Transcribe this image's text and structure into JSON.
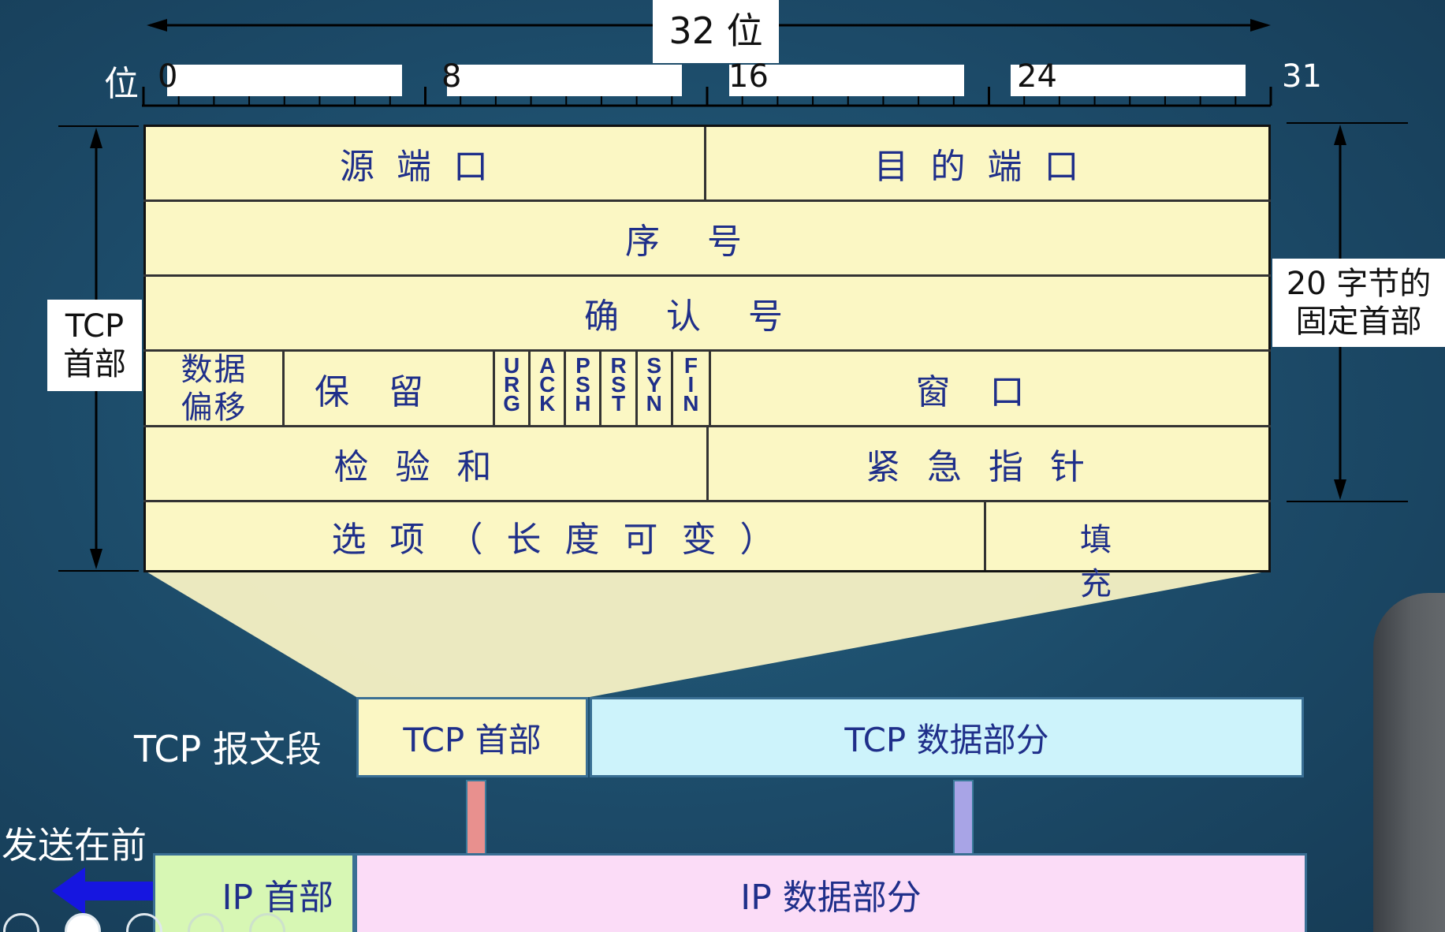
{
  "ruler": {
    "title": "32 位",
    "bit_label": "位",
    "ticks": [
      "0",
      "8",
      "16",
      "24",
      "31"
    ]
  },
  "left_label": "TCP\n首部",
  "right_label": "20 字节的\n固定首部",
  "fields": {
    "src_port": "源端口",
    "dst_port": "目的端口",
    "seq": "序号",
    "ack_num": "确认号",
    "offset": "数据\n偏移",
    "reserved": "保留",
    "flags": [
      "URG",
      "ACK",
      "PSH",
      "RST",
      "SYN",
      "FIN"
    ],
    "window": "窗口",
    "checksum": "检验和",
    "urgent": "紧急指针",
    "options": "选项（长度可变）",
    "padding": "填\n充"
  },
  "segment": {
    "label": "TCP 报文段",
    "header": "TCP 首部",
    "data": "TCP 数据部分"
  },
  "ip": {
    "send_first": "发送在前",
    "header": "IP 首部",
    "data": "IP 数据部分"
  },
  "colors": {
    "background": "#1c4a68",
    "header_fill": "#fbf7c4",
    "tcp_data_fill": "#cdf3fb",
    "ip_header_fill": "#d7f7b4",
    "ip_data_fill": "#fbdcf7",
    "text_blue": "#1f2f8a",
    "arrow_red": "#e8908e",
    "arrow_purple": "#a8a4e6",
    "arrow_blue": "#1616e0"
  }
}
